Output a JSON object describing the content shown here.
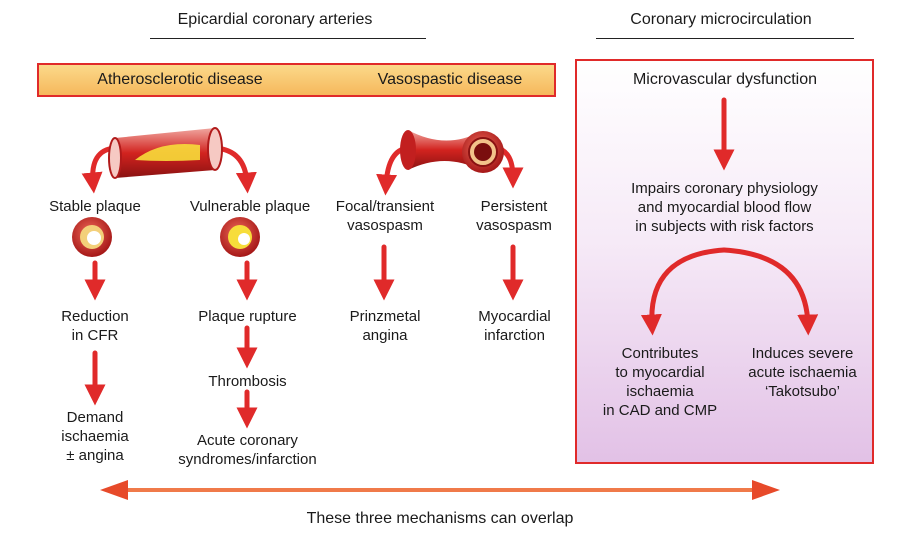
{
  "header": {
    "epicardial": "Epicardial coronary arteries",
    "micro": "Coronary microcirculation"
  },
  "categories": {
    "athero": "Atherosclerotic disease",
    "vaso": "Vasospastic disease"
  },
  "athero": {
    "stable": "Stable plaque",
    "vulnerable": "Vulnerable plaque",
    "reduction": [
      "Reduction",
      "in CFR"
    ],
    "rupture": "Plaque rupture",
    "thrombosis": "Thrombosis",
    "demand": [
      "Demand",
      "ischaemia",
      "± angina"
    ],
    "acs": [
      "Acute coronary",
      "syndromes/infarction"
    ]
  },
  "vaso": {
    "focal": [
      "Focal/transient",
      "vasospasm"
    ],
    "persistent": [
      "Persistent",
      "vasospasm"
    ],
    "prinzmetal": [
      "Prinzmetal",
      "angina"
    ],
    "mi": [
      "Myocardial",
      "infarction"
    ]
  },
  "micro": {
    "title": "Microvascular dysfunction",
    "impairs": [
      "Impairs coronary physiology",
      "and myocardial blood flow",
      "in subjects with risk factors"
    ],
    "contributes": [
      "Contributes",
      "to myocardial",
      "ischaemia",
      "in CAD and CMP"
    ],
    "induces": [
      "Induces severe",
      "acute ischaemia",
      "‘Takotsubo’"
    ]
  },
  "footer": "These three mechanisms can overlap",
  "colors": {
    "arrow": "#e02a2a",
    "box_border": "#e02a2a",
    "box_fill": "#f6b85c"
  }
}
